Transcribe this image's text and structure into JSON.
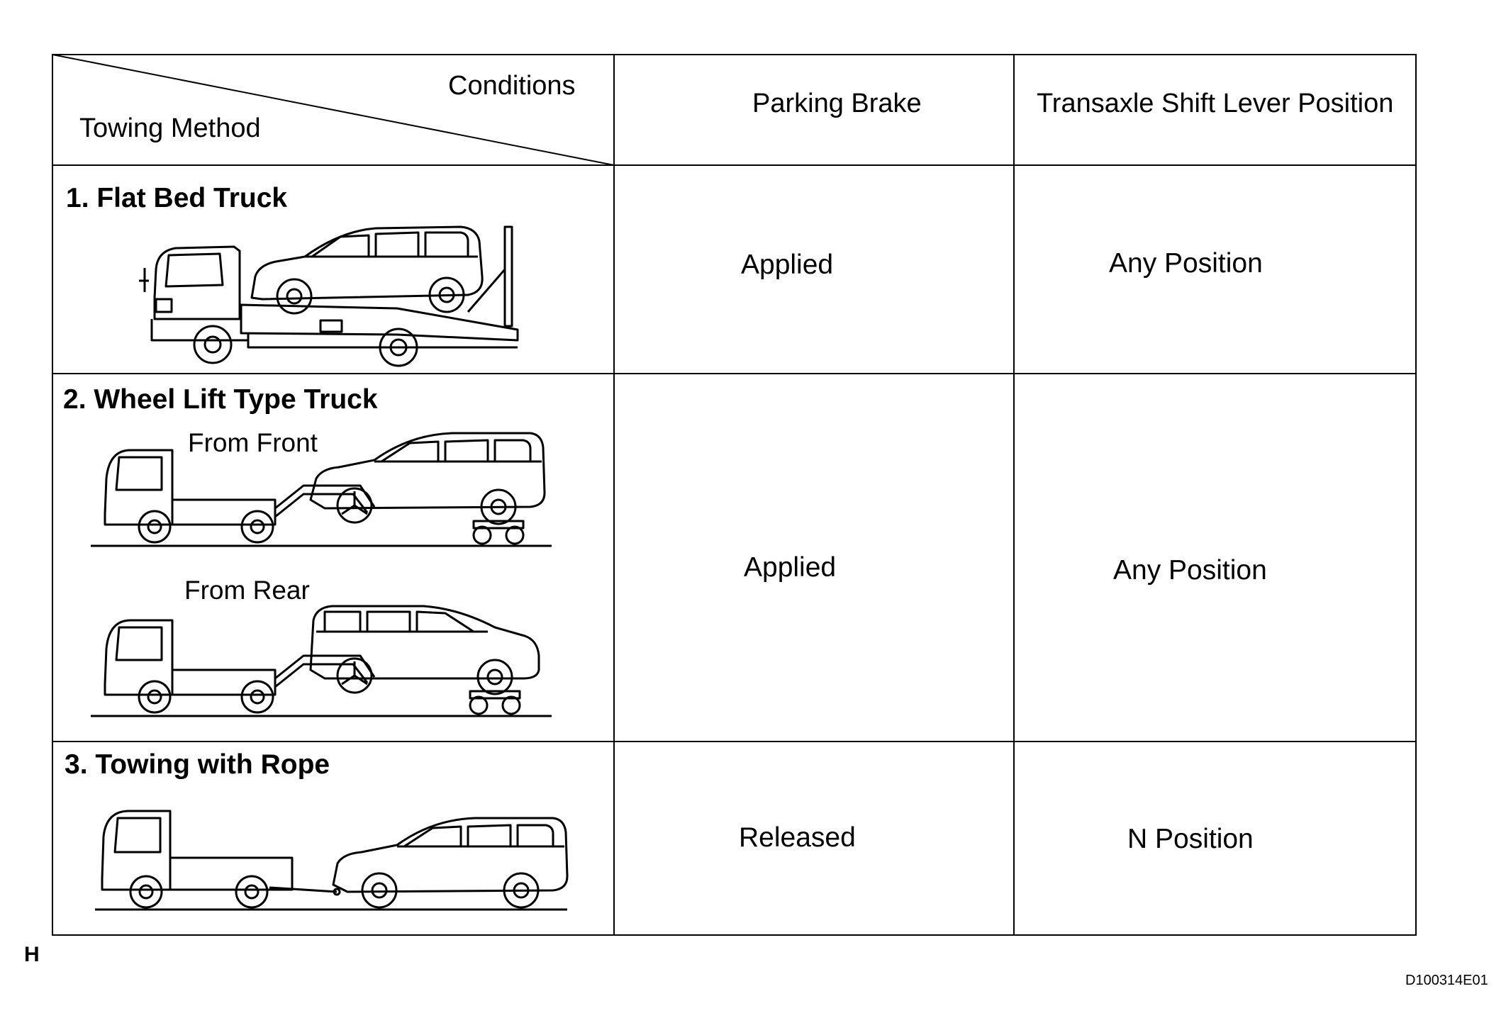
{
  "header": {
    "conditions": "Conditions",
    "towing_method": "Towing Method",
    "parking_brake": "Parking Brake",
    "shift_lever": "Transaxle Shift Lever Position"
  },
  "rows": [
    {
      "method": "1. Flat Bed Truck",
      "parking_brake": "Applied",
      "shift_lever": "Any Position"
    },
    {
      "method": "2. Wheel Lift Type Truck",
      "from_front": "From Front",
      "from_rear": "From Rear",
      "parking_brake": "Applied",
      "shift_lever": "Any Position"
    },
    {
      "method": "3. Towing with Rope",
      "parking_brake": "Released",
      "shift_lever": "N Position"
    }
  ],
  "footer": {
    "left_mark": "H",
    "figure_code": "D100314E01"
  }
}
